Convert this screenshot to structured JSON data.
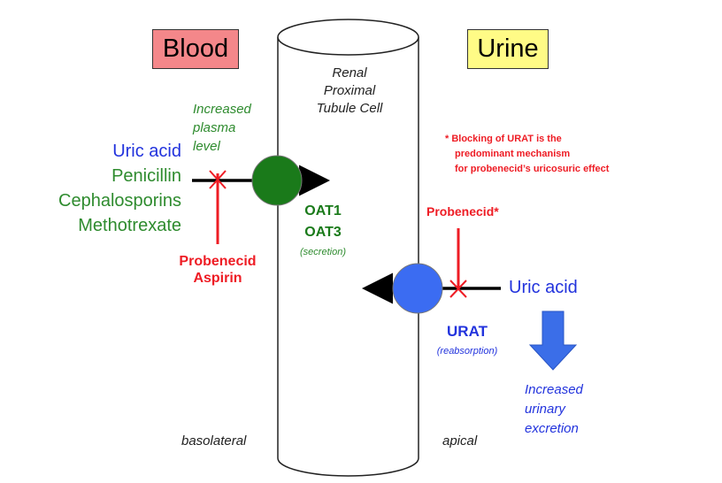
{
  "labels": {
    "blood": "Blood",
    "urine": "Urine",
    "cell_line1": "Renal",
    "cell_line2": "Proximal",
    "cell_line3": "Tubule Cell",
    "plasma_line1": "Increased",
    "plasma_line2": "plasma",
    "plasma_line3": "level",
    "uric_acid_left": "Uric acid",
    "penicillin": "Penicillin",
    "cephalosporins": "Cephalosporins",
    "methotrexate": "Methotrexate",
    "oat1": "OAT1",
    "oat3": "OAT3",
    "secretion": "(secretion)",
    "probenecid_left": "Probenecid",
    "aspirin": "Aspirin",
    "note_line1": "* Blocking of URAT is the",
    "note_line2": "predominant mechanism",
    "note_line3": "for probenecid’s uricosuric effect",
    "probenecid_right": "Probenecid*",
    "uric_acid_right": "Uric acid",
    "urat": "URAT",
    "reabsorption": "(reabsorption)",
    "excretion_line1": "Increased",
    "excretion_line2": "urinary",
    "excretion_line3": "excretion",
    "basolateral": "basolateral",
    "apical": "apical"
  },
  "colors": {
    "blood_box": "#f4878a",
    "urine_box": "#fffb86",
    "green": "#2e8b2e",
    "transporter_green": "#1a7a1a",
    "red": "#ee1c24",
    "blue": "#2233dd",
    "transporter_blue": "#3b6cf2",
    "excretion_arrow": "#3b6ee8"
  }
}
